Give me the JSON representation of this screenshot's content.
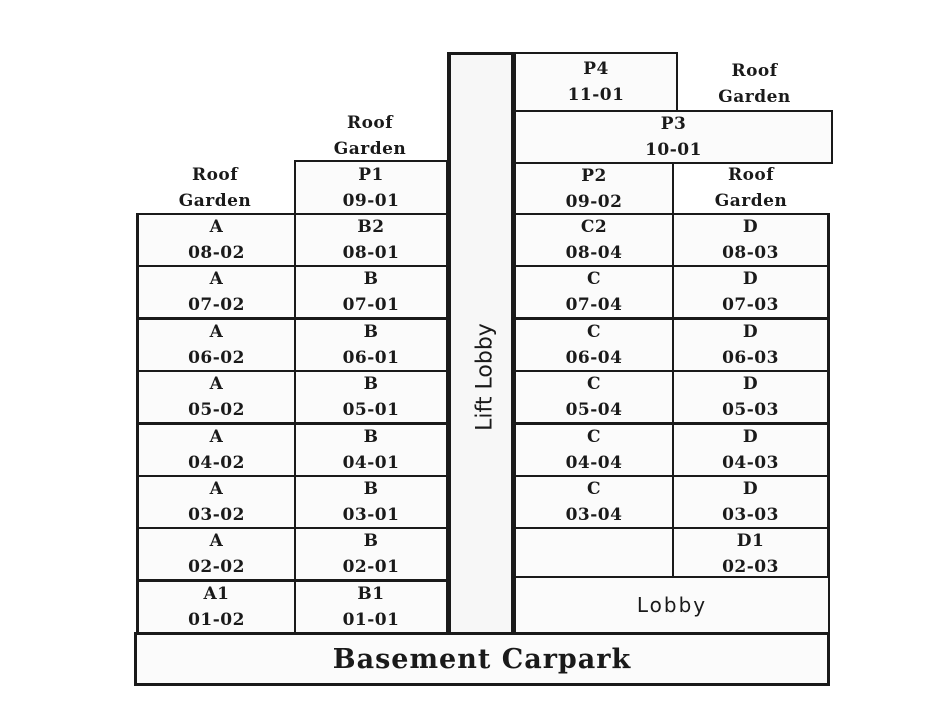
{
  "diagram": {
    "type": "building-stacking-plan",
    "lift_lobby": "Lift Lobby",
    "lobby": "Lobby",
    "basement": "Basement Carpark",
    "roof_gardens": [
      {
        "line1": "Roof",
        "line2": "Garden"
      },
      {
        "line1": "Roof",
        "line2": "Garden"
      },
      {
        "line1": "Roof",
        "line2": "Garden"
      },
      {
        "line1": "Roof",
        "line2": "Garden"
      }
    ],
    "penthouses": {
      "p1": {
        "type": "P1",
        "unit": "09-01"
      },
      "p2": {
        "type": "P2",
        "unit": "09-02"
      },
      "p3": {
        "type": "P3",
        "unit": "10-01"
      },
      "p4": {
        "type": "P4",
        "unit": "11-01"
      }
    },
    "column_a": [
      {
        "type": "A",
        "unit": "08-02"
      },
      {
        "type": "A",
        "unit": "07-02"
      },
      {
        "type": "A",
        "unit": "06-02"
      },
      {
        "type": "A",
        "unit": "05-02"
      },
      {
        "type": "A",
        "unit": "04-02"
      },
      {
        "type": "A",
        "unit": "03-02"
      },
      {
        "type": "A",
        "unit": "02-02"
      },
      {
        "type": "A1",
        "unit": "01-02"
      }
    ],
    "column_b": [
      {
        "type": "B2",
        "unit": "08-01"
      },
      {
        "type": "B",
        "unit": "07-01"
      },
      {
        "type": "B",
        "unit": "06-01"
      },
      {
        "type": "B",
        "unit": "05-01"
      },
      {
        "type": "B",
        "unit": "04-01"
      },
      {
        "type": "B",
        "unit": "03-01"
      },
      {
        "type": "B",
        "unit": "02-01"
      },
      {
        "type": "B1",
        "unit": "01-01"
      }
    ],
    "column_c": [
      {
        "type": "C2",
        "unit": "08-04"
      },
      {
        "type": "C",
        "unit": "07-04"
      },
      {
        "type": "C",
        "unit": "06-04"
      },
      {
        "type": "C",
        "unit": "05-04"
      },
      {
        "type": "C",
        "unit": "04-04"
      },
      {
        "type": "C",
        "unit": "03-04"
      },
      {
        "type": "",
        "unit": ""
      }
    ],
    "column_d": [
      {
        "type": "D",
        "unit": "08-03"
      },
      {
        "type": "D",
        "unit": "07-03"
      },
      {
        "type": "D",
        "unit": "06-03"
      },
      {
        "type": "D",
        "unit": "05-03"
      },
      {
        "type": "D",
        "unit": "04-03"
      },
      {
        "type": "D",
        "unit": "03-03"
      },
      {
        "type": "D1",
        "unit": "02-03"
      }
    ]
  }
}
